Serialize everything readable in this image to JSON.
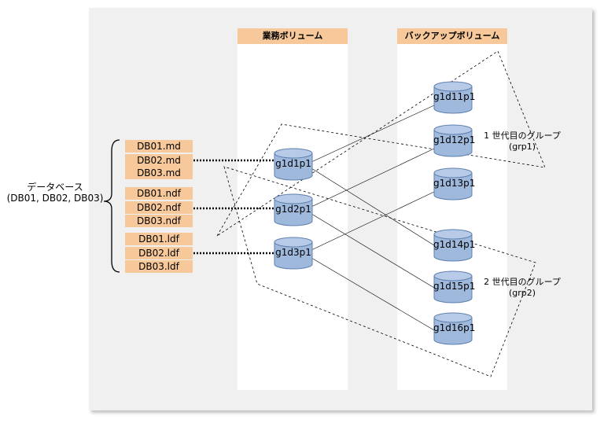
{
  "columns": {
    "business": "業務ボリューム",
    "backup": "バックアップボリューム"
  },
  "database": {
    "label_line1": "データベース",
    "label_line2": "(DB01, DB02, DB03)"
  },
  "files": [
    "DB01.md",
    "DB02.md",
    "DB03.md",
    "DB01.ndf",
    "DB02.ndf",
    "DB03.ndf",
    "DB01.ldf",
    "DB02.ldf",
    "DB03.ldf"
  ],
  "business_volumes": [
    "g1d1p1",
    "g1d2p1",
    "g1d3p1"
  ],
  "backup_volumes": [
    "g1d11p1",
    "g1d12p1",
    "g1d13p1",
    "g1d14p1",
    "g1d15p1",
    "g1d16p1"
  ],
  "groups": [
    {
      "line1": "1 世代目のグループ",
      "line2": "(grp1)"
    },
    {
      "line1": "2 世代目のグループ",
      "line2": "(grp2)"
    }
  ],
  "colors": {
    "file_box": "#f6c89a",
    "column_header": "#f6c89a",
    "panel": "#f0f0f0",
    "volume_fill": "#9fb9dd",
    "volume_stroke": "#5f7fae"
  }
}
